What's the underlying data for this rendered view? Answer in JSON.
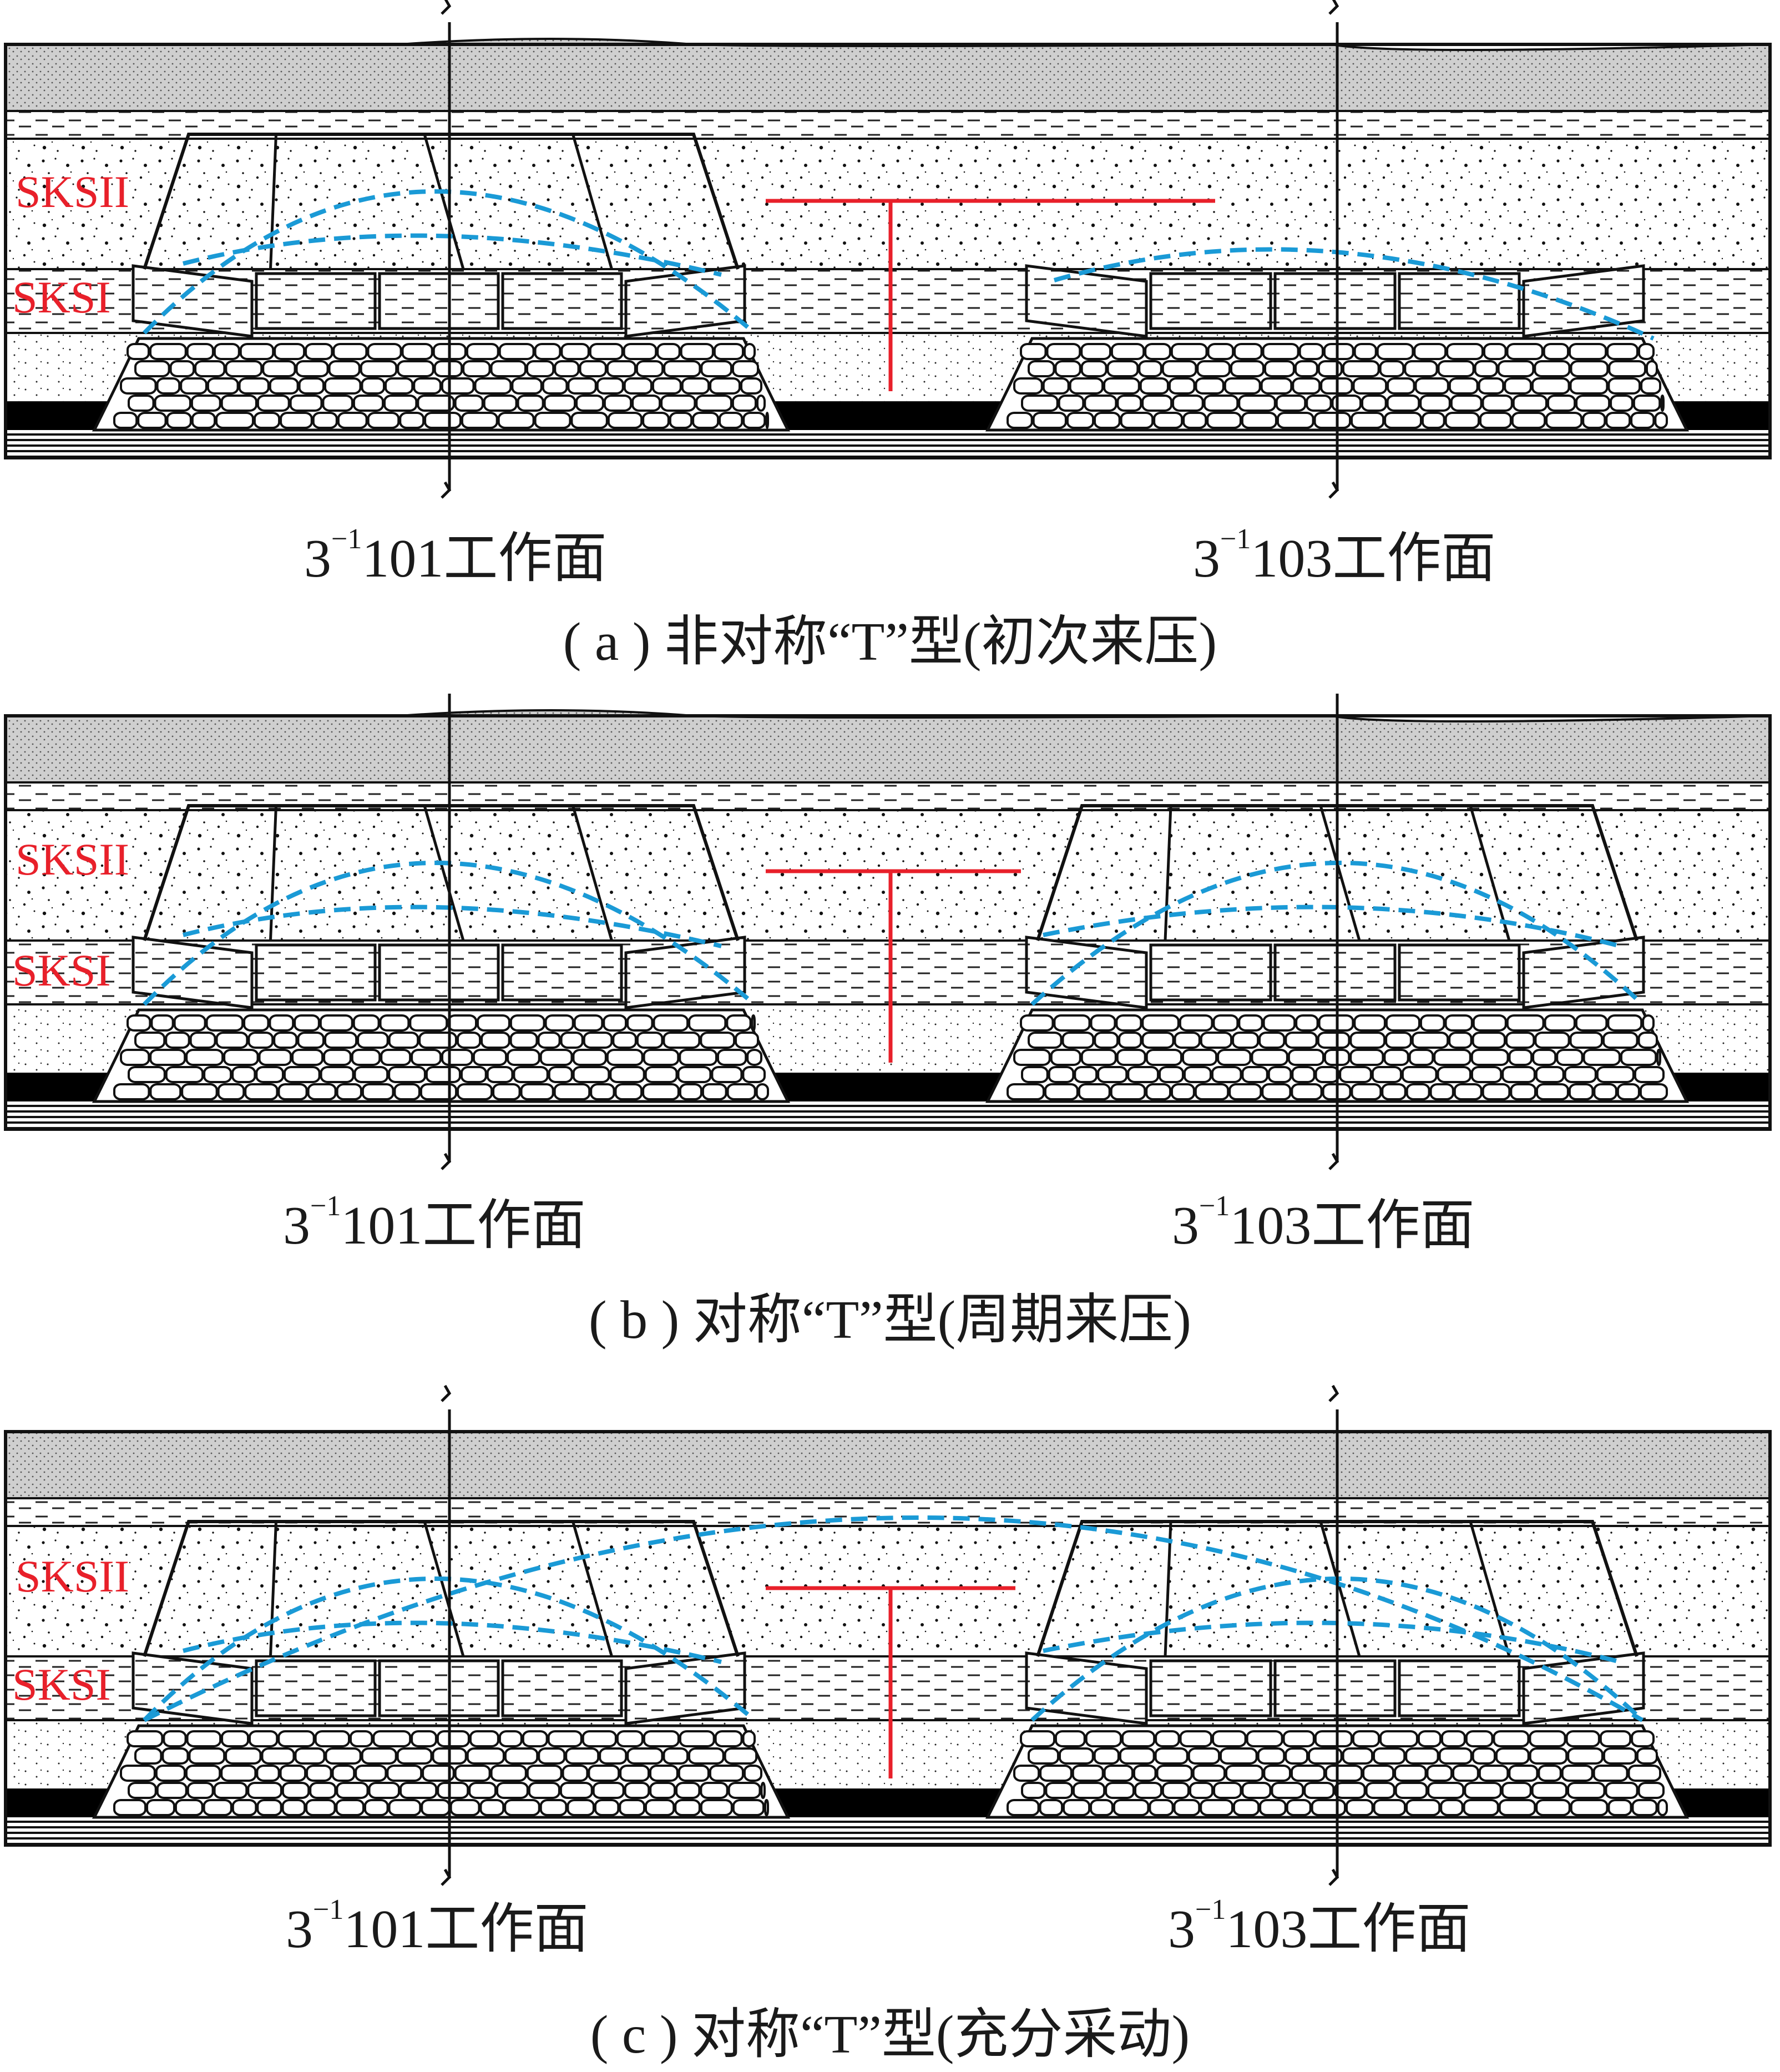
{
  "colors": {
    "outline": "#111111",
    "coal": "#000000",
    "sandstone_fill": "#d9d9d9",
    "boundary_curve": "#1a9ad6",
    "highlight": "#e8202a"
  },
  "layer_labels": {
    "upper_key_stratum": "SKSII",
    "lower_key_stratum": "SKSI"
  },
  "panels": [
    {
      "id": "a",
      "face_left": {
        "base": "3",
        "sup": "−1",
        "rest": "101工作面"
      },
      "face_right": {
        "base": "3",
        "sup": "−1",
        "rest": "103工作面"
      },
      "caption": "( a ) 非对称“T”型(初次来压)",
      "mined_sides": "left-only-arch"
    },
    {
      "id": "b",
      "face_left": {
        "base": "3",
        "sup": "−1",
        "rest": "101工作面"
      },
      "face_right": {
        "base": "3",
        "sup": "−1",
        "rest": "103工作面"
      },
      "caption": "( b ) 对称“T”型(周期来压)",
      "mined_sides": "both-arches"
    },
    {
      "id": "c",
      "face_left": {
        "base": "3",
        "sup": "−1",
        "rest": "101工作面"
      },
      "face_right": {
        "base": "3",
        "sup": "−1",
        "rest": "103工作面"
      },
      "caption": "( c ) 对称“T”型(充分采动)",
      "mined_sides": "both-arches-joined"
    }
  ]
}
